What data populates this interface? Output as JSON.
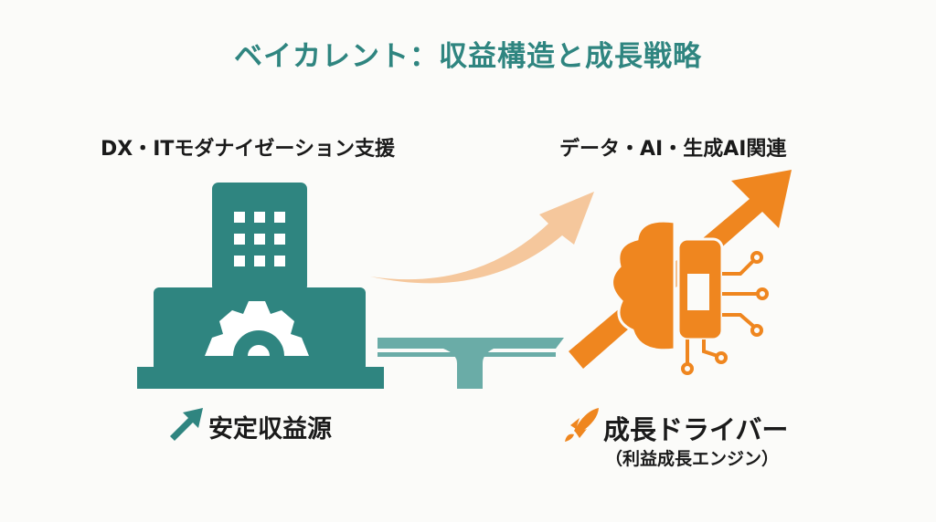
{
  "title": "ベイカレント：収益構造と成長戦略",
  "left": {
    "heading": "DX・ITモダナイゼーション支援",
    "label": "安定収益源",
    "icon": "trend-arrow-icon",
    "color": "#2f8580"
  },
  "right": {
    "heading": "データ・AI・生成AI関連",
    "label": "成長ドライバー",
    "sublabel": "（利益成長エンジン）",
    "icon": "rocket-icon",
    "color": "#ef861f"
  }
}
